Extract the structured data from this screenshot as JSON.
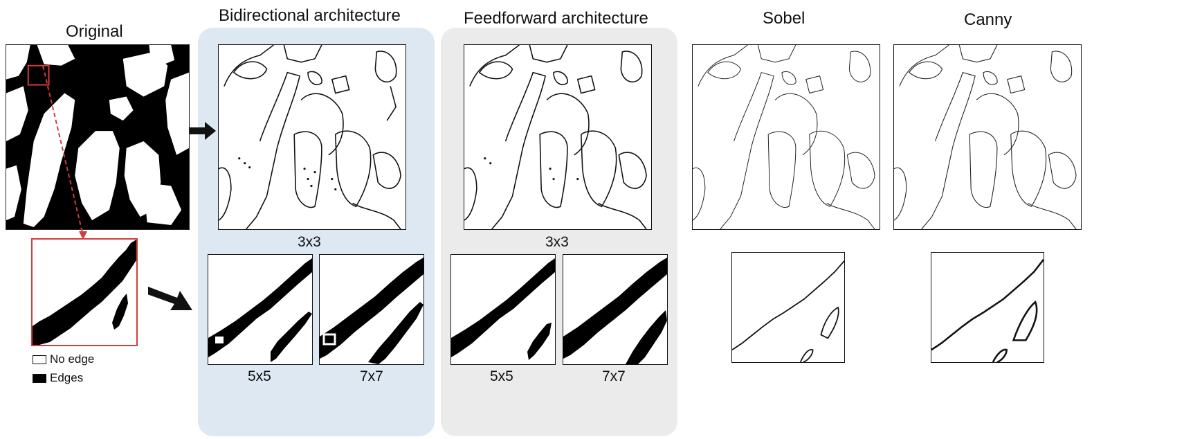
{
  "columns": {
    "original": {
      "title": "Original"
    },
    "bidirectional": {
      "title": "Bidirectional architecture"
    },
    "feedforward": {
      "title": "Feedforward architecture"
    },
    "sobel": {
      "title": "Sobel"
    },
    "canny": {
      "title": "Canny"
    }
  },
  "kernel_labels": {
    "bidirectional": {
      "main": "3x3",
      "small": [
        "5x5",
        "7x7"
      ]
    },
    "feedforward": {
      "main": "3x3",
      "small": [
        "5x5",
        "7x7"
      ]
    }
  },
  "legend": {
    "items": [
      {
        "label": "No edge",
        "swatch_color": "#ffffff"
      },
      {
        "label": "Edges",
        "swatch_color": "#000000"
      }
    ]
  },
  "colors": {
    "bidirectional_panel": "#dde8f3",
    "feedforward_panel": "#ebebeb",
    "zoom_highlight": "#d43b3b",
    "arrow": "#111111"
  }
}
